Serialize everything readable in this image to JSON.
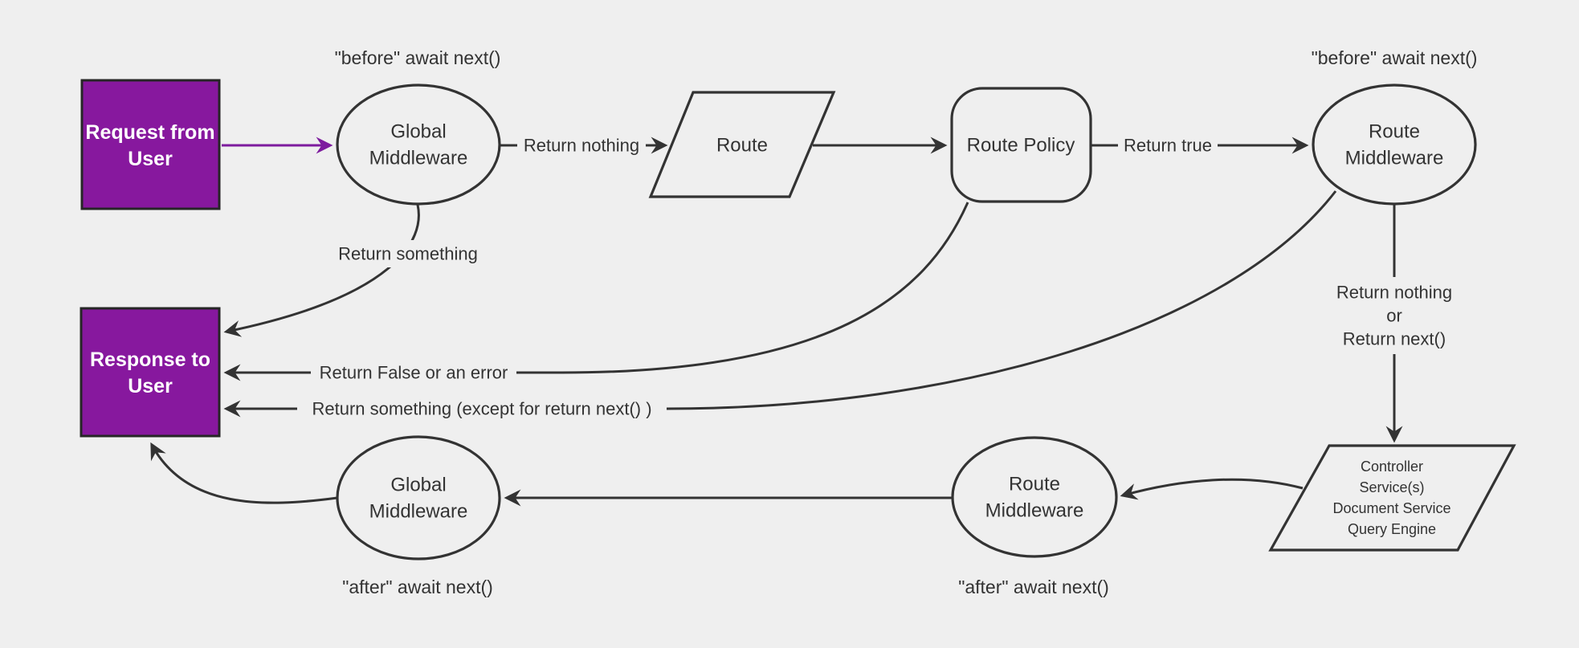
{
  "colors": {
    "background": "#efefef",
    "node_fill": "#efefef",
    "stroke": "#333333",
    "purple_box_fill": "#87189e",
    "purple_box_border": "#262626",
    "purple_arrow": "#7d1b9e",
    "box_text": "#ffffff"
  },
  "nodes": {
    "request_box": {
      "lines": [
        "Request from",
        "User"
      ]
    },
    "global_middleware_top": {
      "lines": [
        "Global",
        "Middleware"
      ]
    },
    "route": {
      "label": "Route"
    },
    "route_policy": {
      "label": "Route Policy"
    },
    "route_middleware_top": {
      "lines": [
        "Route",
        "Middleware"
      ]
    },
    "controller": {
      "lines": [
        "Controller",
        "Service(s)",
        "Document Service",
        "Query Engine"
      ]
    },
    "route_middleware_bottom": {
      "lines": [
        "Route",
        "Middleware"
      ]
    },
    "global_middleware_bottom": {
      "lines": [
        "Global",
        "Middleware"
      ]
    },
    "response_box": {
      "lines": [
        "Response to",
        "User"
      ]
    }
  },
  "annotations": {
    "before_global": "\"before\" await next()",
    "before_route": "\"before\" await next()",
    "after_global": "\"after\" await next()",
    "after_route": "\"after\" await next()"
  },
  "edge_labels": {
    "return_nothing": "Return nothing",
    "return_true": "Return true",
    "return_something": "Return something",
    "return_false_or_error": "Return False or an error",
    "return_something_except": "Return something (except for return next() )",
    "return_nothing_or": {
      "lines": [
        "Return nothing",
        "or",
        "Return next()"
      ]
    }
  }
}
